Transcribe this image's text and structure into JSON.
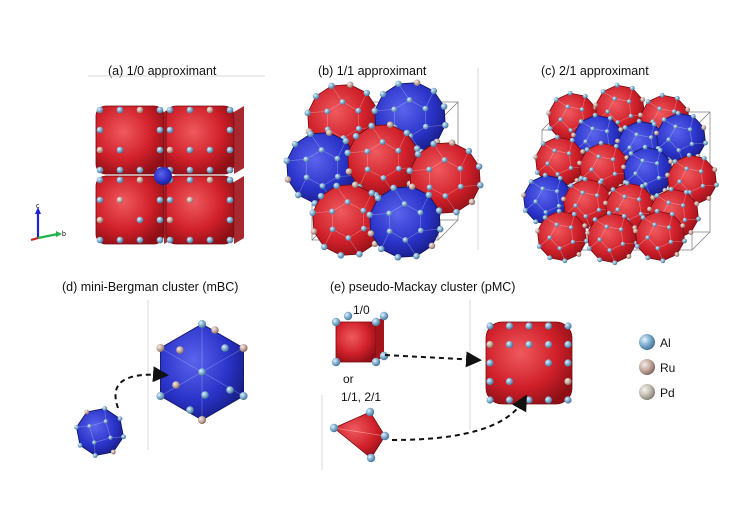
{
  "panels": {
    "a": {
      "caption": "(a) 1/0 approximant"
    },
    "b": {
      "caption": "(b) 1/1 approximant"
    },
    "c": {
      "caption": "(c) 2/1 approximant"
    },
    "d": {
      "caption": "(d) mini-Bergman cluster (mBC)"
    },
    "e": {
      "caption": "(e) pseudo-Mackay cluster (pMC)",
      "label_10": "1/0",
      "label_or": "or",
      "label_11_21": "1/1, 2/1"
    }
  },
  "axes": {
    "c": "c",
    "b": "b"
  },
  "legend": [
    {
      "label": "Al",
      "color": "#8ab6d6"
    },
    {
      "label": "Ru",
      "color": "#c9ada3"
    },
    {
      "label": "Pd",
      "color": "#c8c2b8"
    }
  ],
  "colors": {
    "red_cluster": "#d0202a",
    "blue_cluster": "#2a33c8",
    "atom": "#8ab6d6"
  }
}
